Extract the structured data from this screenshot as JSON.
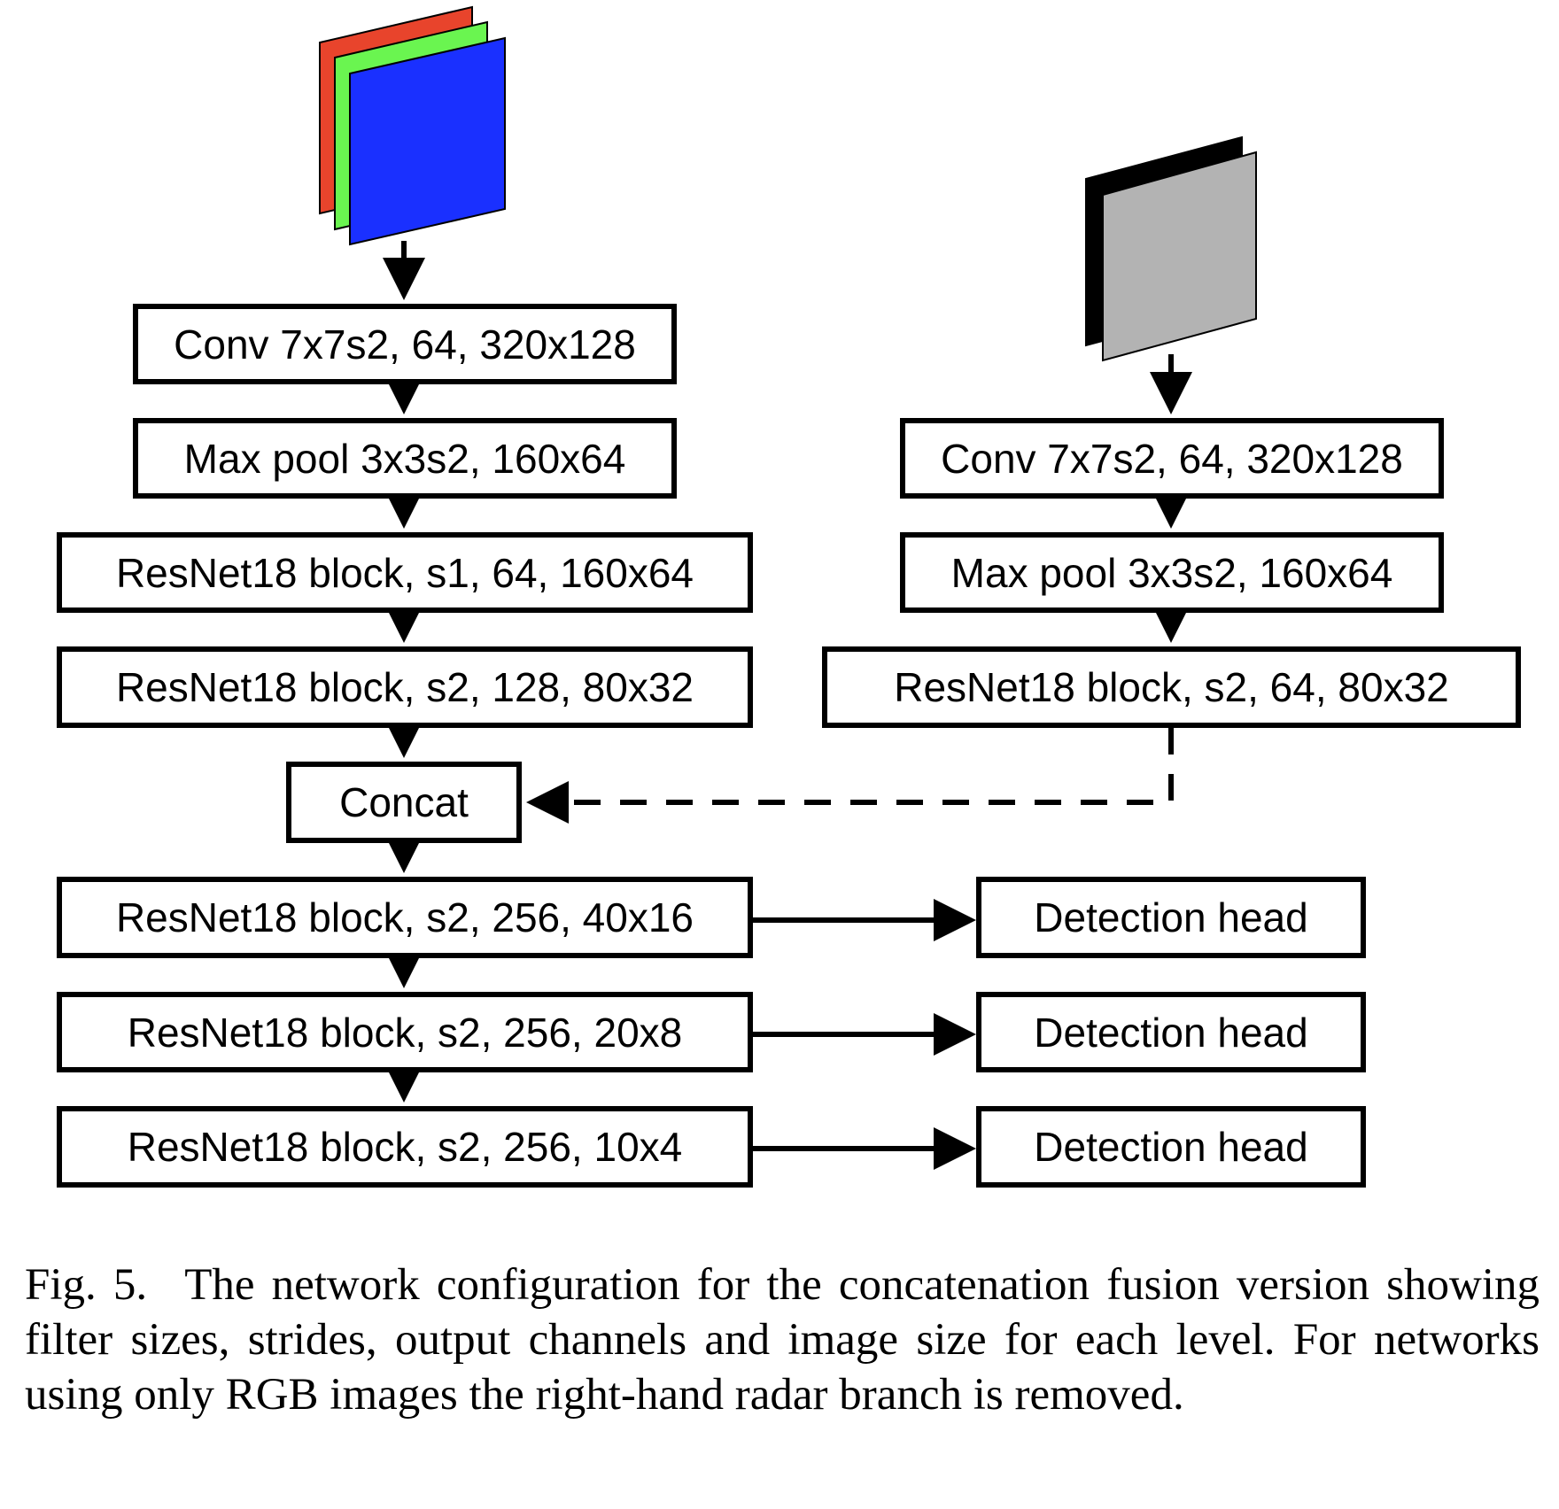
{
  "input_colors": {
    "rgb_red": "#e8442c",
    "rgb_green": "#6af550",
    "rgb_blue": "#1a30ff",
    "radar_back": "#000000",
    "radar_front": "#b3b3b3"
  },
  "left_branch": {
    "conv": "Conv 7x7s2, 64, 320x128",
    "maxpool": "Max pool 3x3s2, 160x64",
    "block1": "ResNet18 block, s1, 64, 160x64",
    "block2": "ResNet18 block, s2, 128, 80x32"
  },
  "right_branch": {
    "conv": "Conv 7x7s2, 64, 320x128",
    "maxpool": "Max pool 3x3s2, 160x64",
    "block": "ResNet18 block, s2, 64, 80x32"
  },
  "concat": "Concat",
  "trunk": {
    "block3": "ResNet18 block, s2, 256, 40x16",
    "block4": "ResNet18 block, s2, 256, 20x8",
    "block5": "ResNet18 block, s2, 256, 10x4"
  },
  "heads": [
    "Detection head",
    "Detection head",
    "Detection head"
  ],
  "caption": {
    "label": "Fig. 5.",
    "text": "The network configuration for the concatenation fusion version showing filter sizes, strides, output channels and image size for each level. For networks using only RGB images the right-hand radar branch is removed."
  }
}
